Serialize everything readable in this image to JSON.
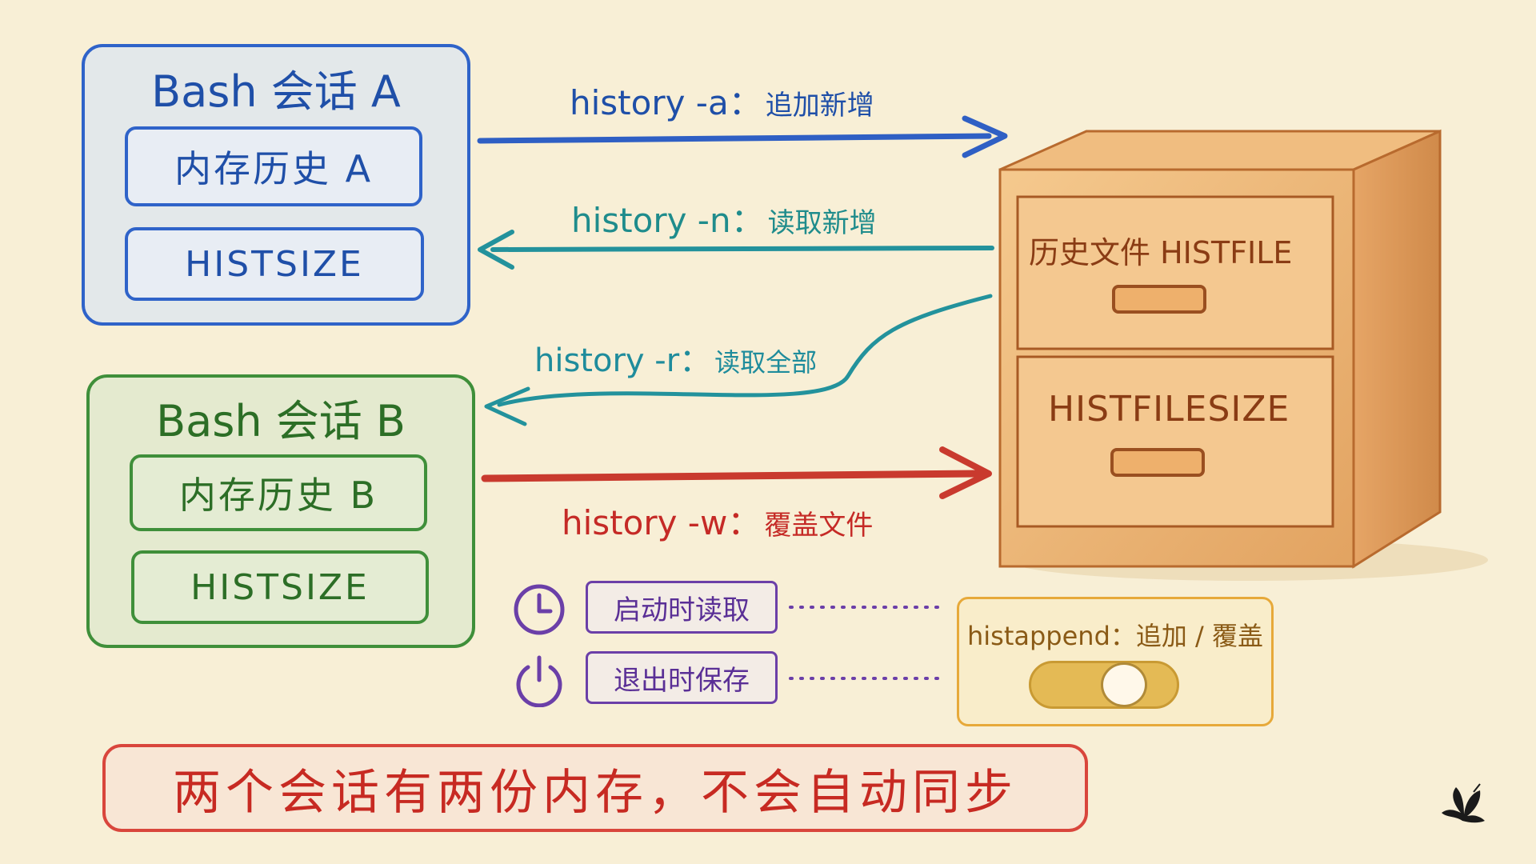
{
  "session_a": {
    "title": "Bash 会话 A",
    "memory": "内存历史 A",
    "histsize": "HISTSIZE"
  },
  "session_b": {
    "title": "Bash 会话 B",
    "memory": "内存历史 B",
    "histsize": "HISTSIZE"
  },
  "commands": {
    "append": {
      "cmd": "history -a：",
      "desc": "追加新增"
    },
    "read_new": {
      "cmd": "history -n：",
      "desc": "读取新增"
    },
    "read_all": {
      "cmd": "history -r：",
      "desc": "读取全部"
    },
    "write": {
      "cmd": "history -w：",
      "desc": "覆盖文件"
    }
  },
  "cabinet": {
    "top_drawer": "历史文件 HISTFILE",
    "bottom_drawer": "HISTFILESIZE"
  },
  "timing": {
    "start": {
      "label": "启动时读取",
      "icon": "clock-icon"
    },
    "exit": {
      "label": "退出时保存",
      "icon": "power-icon"
    }
  },
  "histappend": {
    "label": "histappend：追加 / 覆盖",
    "toggle_on": true
  },
  "note": "两个会话有两份内存，不会自动同步",
  "colors": {
    "session_a": "#2f63c9",
    "session_b": "#3f8f3a",
    "read": "#1f8c9c",
    "write": "#c52a26",
    "timing": "#6b3fa8",
    "histappend": "#e7a93a",
    "cabinet": "#c7772e",
    "note": "#d9463c"
  }
}
